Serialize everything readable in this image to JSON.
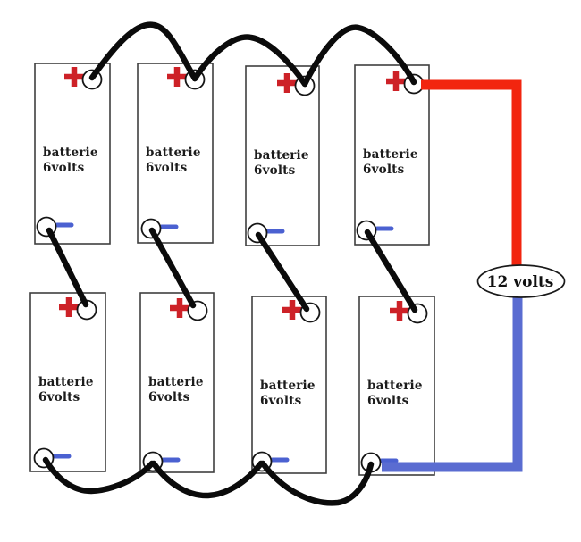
{
  "batteries": [
    {
      "line1": "batterie",
      "line2": "6volts"
    },
    {
      "line1": "batterie",
      "line2": "6volts"
    },
    {
      "line1": "batterie",
      "line2": "6volts"
    },
    {
      "line1": "batterie",
      "line2": "6volts"
    },
    {
      "line1": "batterie",
      "line2": "6volts"
    },
    {
      "line1": "batterie",
      "line2": "6volts"
    },
    {
      "line1": "batterie",
      "line2": "6volts"
    },
    {
      "line1": "batterie",
      "line2": "6volts"
    }
  ],
  "output": {
    "label": "12 volts"
  },
  "terminals": {
    "positive_symbol": "+",
    "negative_symbol": "−"
  },
  "colors": {
    "wire_black": "#0b0b0b",
    "wire_red": "#f2250f",
    "wire_blue": "#5a6cd1",
    "plus_red": "#cd2127",
    "minus_blue": "#4b61d1",
    "box_stroke": "#3f3f3f",
    "circle_stroke": "#161616",
    "oval_stroke": "#1a1a1a",
    "text": "#1c1c1c"
  }
}
